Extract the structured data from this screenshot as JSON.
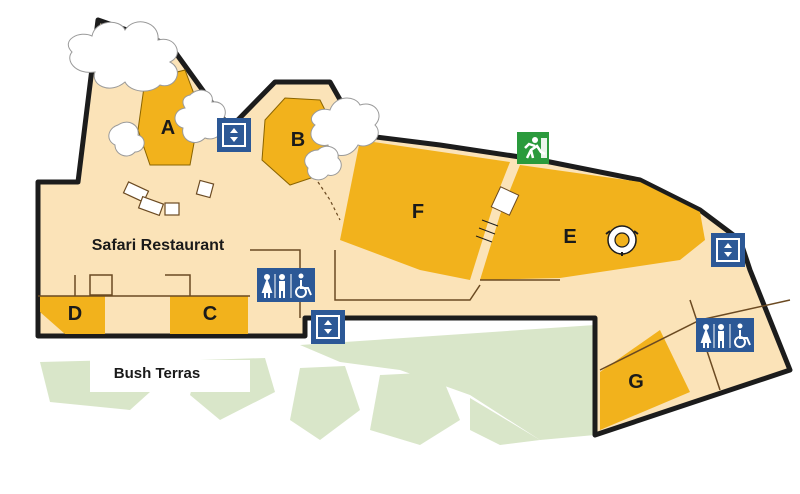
{
  "colors": {
    "floor": "#fbe3b8",
    "room": "#f2b21c",
    "wall": "#1c1c1c",
    "terrace": "#d9e6c9",
    "sign": "#2c5896",
    "exit_sign": "#2a9a3c",
    "cloud": "#ffffff"
  },
  "labels": {
    "restaurant": "Safari Restaurant",
    "terrace": "Bush Terras"
  },
  "rooms": {
    "a": "A",
    "b": "B",
    "c": "C",
    "d": "D",
    "e": "E",
    "f": "F",
    "g": "G"
  },
  "icons": {
    "elevator": "elevator-icon",
    "toilets": "toilets-icon",
    "accessible": "wheelchair-icon",
    "exit": "emergency-exit-icon"
  }
}
